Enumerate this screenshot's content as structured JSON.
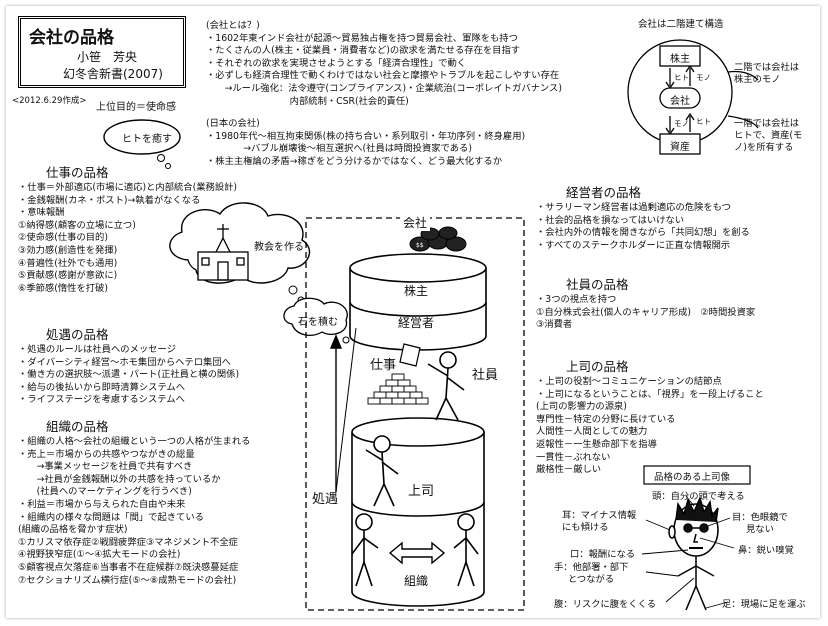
{
  "title": {
    "main": "会社の品格",
    "author": "小笹　芳央",
    "publisher": "幻冬舎新書(2007)",
    "date": "<2012.6.29作成>"
  },
  "top_purpose": "上位目的＝使命感",
  "cloud_hito": "ヒトを癒す",
  "cloud_church": "教会を作る",
  "cloud_stone": "石を積む",
  "company_what": {
    "heading": "(会社とは？)",
    "lines": [
      "・1602年東インド会社が起源～貿易独占権を持つ貿易会社、軍隊をも持つ",
      "・たくさんの人(株主・従業員・消費者など)の欲求を満たせる存在を目指す",
      "・それぞれの欲求を実現させようとする「経済合理性」で動く",
      "・必ずしも経済合理性で動くわけではない社会と摩擦やトラブルを起こしやすい存在",
      "　　→ルール強化：法令遵守(コンプライアンス)・企業統治(コーポレイトガバナンス)",
      "　　　　　　　　　内部統制・CSR(社会的責任)"
    ]
  },
  "japan_company": {
    "heading": "(日本の会社)",
    "lines": [
      "・1980年代～相互拘束関係(株の持ち合い・系列取引・年功序列・終身雇用)",
      "　　　　→バブル崩壊後～相互選択へ(社員は時間投資家である)",
      "・株主主権論の矛盾→稼ぎをどう分けるかではなく、どう最大化するか"
    ]
  },
  "two_floor": {
    "title": "会社は二階建て構造",
    "node_top": "株主",
    "node_mid": "会社",
    "node_bot": "資産",
    "arrow_mono": "モノ",
    "arrow_hito": "ヒト",
    "arrow_hito2": "ヒト",
    "arrow_mono2": "モノ",
    "note_top": [
      "二階では会社は",
      "株主のモノ"
    ],
    "note_bot": [
      "一階では会社は",
      "ヒトで、資産(モ",
      "ノ)を所有する"
    ]
  },
  "work_quality": {
    "heading": "仕事の品格",
    "lines": [
      "・仕事＝外部適応(市場に適応)と内部統合(業務設計)",
      "・金銭報酬(カネ・ポスト)→執着がなくなる",
      "・意味報酬",
      "①納得感(顧客の立場に立つ)",
      "②使命感(仕事の目的)",
      "③効力感(創造性を発揮)",
      "④普遍性(社外でも通用)",
      "⑤貢献感(感謝が意欲に)",
      "⑥季節感(惰性を打破)"
    ]
  },
  "treatment_quality": {
    "heading": "処遇の品格",
    "lines": [
      "・処遇のルールは社員へのメッセージ",
      "・ダイバーシティ経営～ホモ集団からヘテロ集団へ",
      "・働き方の選択肢～派遣・パート(正社員と横の関係)",
      "・給与の後払いから即時清算システムへ",
      "・ライフステージを考慮するシステムへ"
    ]
  },
  "org_quality": {
    "heading": "組織の品格",
    "lines": [
      "・組織の人格～会社の組織という一つの人格が生まれる",
      "・売上＝市場からの共感やつながきの総量",
      "　　→事業メッセージを社員で共有すべき",
      "　　→社員が金銭報酬以外の共感を持っているか",
      "　　(社員へのマーケティングを行うべき)",
      "・利益＝市場から与えられた自由や未来",
      "・組織内の様々な問題は「間」で起きている",
      "(組織の品格を脅かす症状)",
      "①カリスマ依存症②戦闘疲弊症③マネジメント不全症",
      "④視野狭窄症(①～④拡大モードの会社)",
      "⑤顧客視点欠落症⑥当事者不在症候群⑦既決感蔓延症",
      "⑦セクショナリズム横行症(⑤～⑧成熟モードの会社)"
    ]
  },
  "diagram": {
    "company": "会社",
    "shareholder": "株主",
    "manager": "経営者",
    "work": "仕事",
    "employee": "社員",
    "boss": "上司",
    "treatment": "処遇",
    "organization": "組織"
  },
  "manager_quality": {
    "heading": "経営者の品格",
    "lines": [
      "・サラリーマン経営者は過剰適応の危険をもつ",
      "・社会的品格を損なってはいけない",
      "・会社内外の情報を開きながら「共同幻想」を創る",
      "・すべてのステークホルダーに正直な情報開示"
    ]
  },
  "employee_quality": {
    "heading": "社員の品格",
    "lines": [
      "・3つの視点を持つ",
      "①自分株式会社(個人のキャリア形成)　②時間投資家",
      "③消費者"
    ]
  },
  "boss_quality": {
    "heading": "上司の品格",
    "lines": [
      "・上司の役割～コミュニケーションの結節点",
      "・上司になるということは、「視界」を一段上げること",
      "(上司の影響力の源泉)",
      "専門性－特定の分野に長けている",
      "人間性－人間としての魅力",
      "返報性－一生懸命部下を指導",
      "一貫性－ぶれない",
      "厳格性－厳しい"
    ]
  },
  "boss_figure": {
    "title": "品格のある上司像",
    "head": "頭：自分の頭で考える",
    "ear": [
      "耳：マイナス情報",
      "にも傾ける"
    ],
    "eye": [
      "目：色眼鏡で",
      "見ない"
    ],
    "nose": "鼻：鋭い嗅覚",
    "mouth": "口：報酬になる",
    "hand": [
      "手：他部署・部下",
      "とつながる"
    ],
    "belly": "腹：リスクに腹をくくる",
    "foot": "足：現場に足を運ぶ"
  }
}
